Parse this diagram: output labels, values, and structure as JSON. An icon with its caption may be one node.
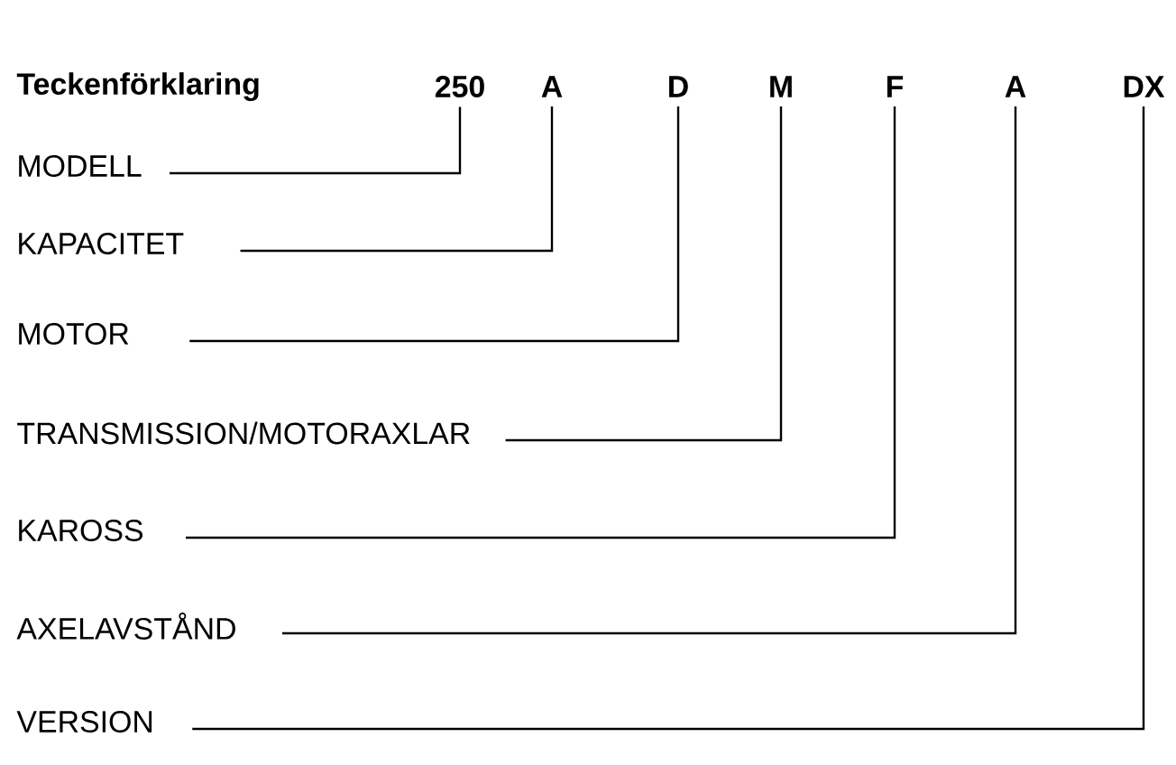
{
  "diagram": {
    "title": "Teckenförklaring",
    "nodes": [
      {
        "text": [
          "250"
        ]
      },
      {
        "text": [
          "A"
        ]
      },
      {
        "text": [
          "D"
        ]
      },
      {
        "text": [
          "M"
        ]
      },
      {
        "text": [
          "F"
        ]
      },
      {
        "text": [
          "A"
        ]
      },
      {
        "text": [
          "DX"
        ]
      },
      {
        "text": [
          "MODELL"
        ]
      },
      {
        "text": [
          "KAPACITET"
        ]
      },
      {
        "text": [
          "MOTOR"
        ]
      },
      {
        "text": [
          "TRANSMISSION/MOTORAXLAR"
        ]
      },
      {
        "text": [
          "KAROSS"
        ]
      },
      {
        "text": [
          "AXELAVSTÅND"
        ]
      },
      {
        "text": [
          "VERSION"
        ]
      }
    ],
    "edges": [
      {
        "from": 7,
        "to": 0,
        "arrow": "none"
      },
      {
        "from": 8,
        "to": 1,
        "arrow": "none"
      },
      {
        "from": 9,
        "to": 2,
        "arrow": "none"
      },
      {
        "from": 10,
        "to": 3,
        "arrow": "none"
      },
      {
        "from": 11,
        "to": 4,
        "arrow": "none"
      },
      {
        "from": 12,
        "to": 5,
        "arrow": "none"
      },
      {
        "from": 13,
        "to": 6,
        "arrow": "none"
      }
    ]
  }
}
